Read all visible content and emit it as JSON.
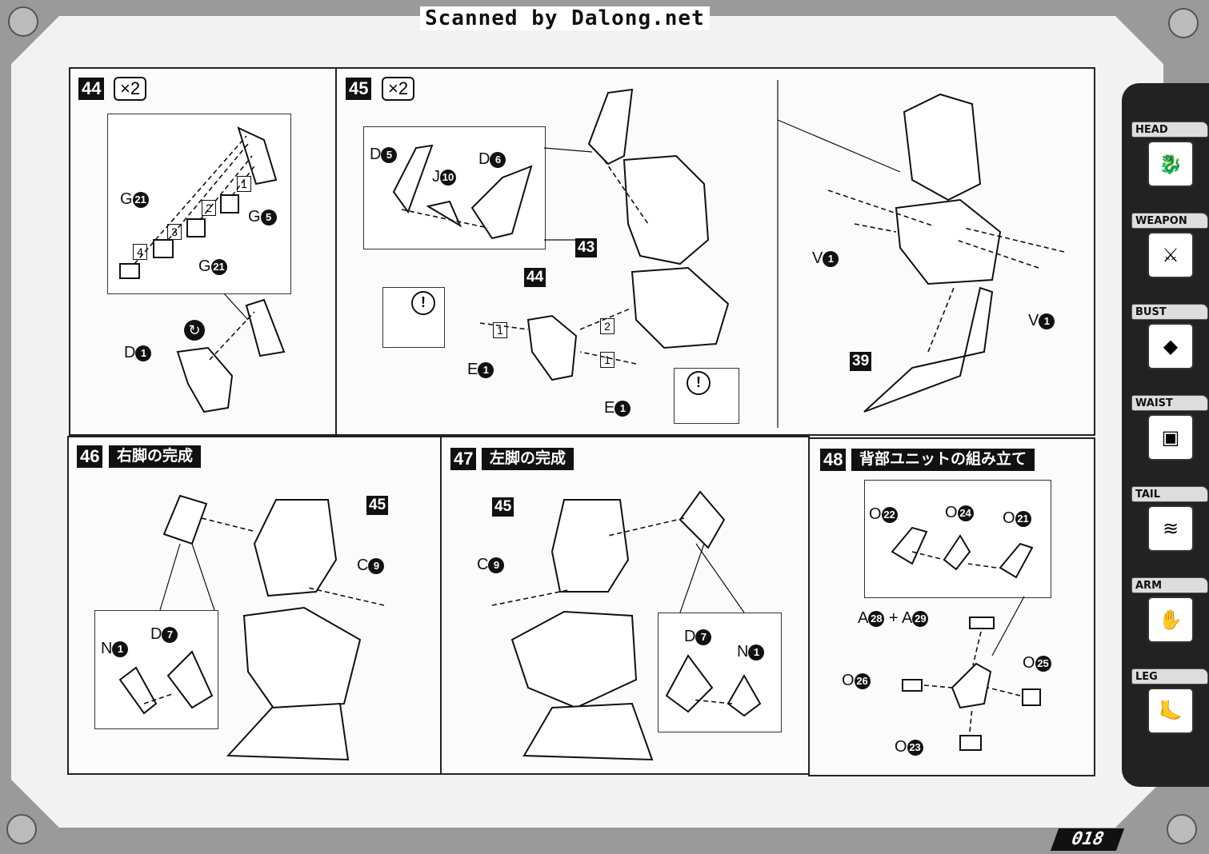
{
  "header": {
    "scan_credit": "Scanned by Dalong.net"
  },
  "steps": [
    {
      "number": "44",
      "multiplier": "×2",
      "parts": {
        "g21a": "G",
        "g21a_n": "21",
        "g5": "G",
        "g5_n": "5",
        "g21b": "G",
        "g21b_n": "21",
        "d1": "D",
        "d1_n": "1"
      },
      "order": [
        "1",
        "2",
        "3",
        "4"
      ]
    },
    {
      "number": "45",
      "multiplier": "×2",
      "parts": {
        "d5": "D",
        "d5_n": "5",
        "j10": "J",
        "j10_n": "10",
        "d6": "D",
        "d6_n": "6",
        "e1a": "E",
        "e1a_n": "1",
        "e1b": "E",
        "e1b_n": "1",
        "v1a": "V",
        "v1a_n": "1",
        "v1b": "V",
        "v1b_n": "1"
      },
      "refs": {
        "r43": "43",
        "r44": "44",
        "r39": "39"
      },
      "order": [
        "1",
        "2",
        "1",
        "2"
      ]
    },
    {
      "number": "46",
      "title": "右脚の完成",
      "parts": {
        "c9": "C",
        "c9_n": "9",
        "n1": "N",
        "n1_n": "1",
        "d7": "D",
        "d7_n": "7"
      },
      "ref": "45"
    },
    {
      "number": "47",
      "title": "左脚の完成",
      "parts": {
        "c9": "C",
        "c9_n": "9",
        "n1": "N",
        "n1_n": "1",
        "d7": "D",
        "d7_n": "7"
      },
      "ref": "45"
    },
    {
      "number": "48",
      "title": "背部ユニットの組み立て",
      "parts": {
        "o22": "O",
        "o22_n": "22",
        "o24": "O",
        "o24_n": "24",
        "o21": "O",
        "o21_n": "21",
        "a28": "A",
        "a28_n": "28",
        "plus": "+",
        "a29": "A",
        "a29_n": "29",
        "o26": "O",
        "o26_n": "26",
        "o25": "O",
        "o25_n": "25",
        "o23": "O",
        "o23_n": "23"
      }
    }
  ],
  "sidebar": {
    "tabs": [
      "HEAD",
      "WEAPON",
      "BUST",
      "WAIST",
      "TAIL",
      "ARM",
      "LEG"
    ],
    "active": "LEG"
  },
  "footer": {
    "page_number": "018"
  },
  "colors": {
    "ink": "#111111",
    "paper": "#fbfbfb",
    "frame": "#9a9a9a",
    "sidebar": "#222222"
  }
}
